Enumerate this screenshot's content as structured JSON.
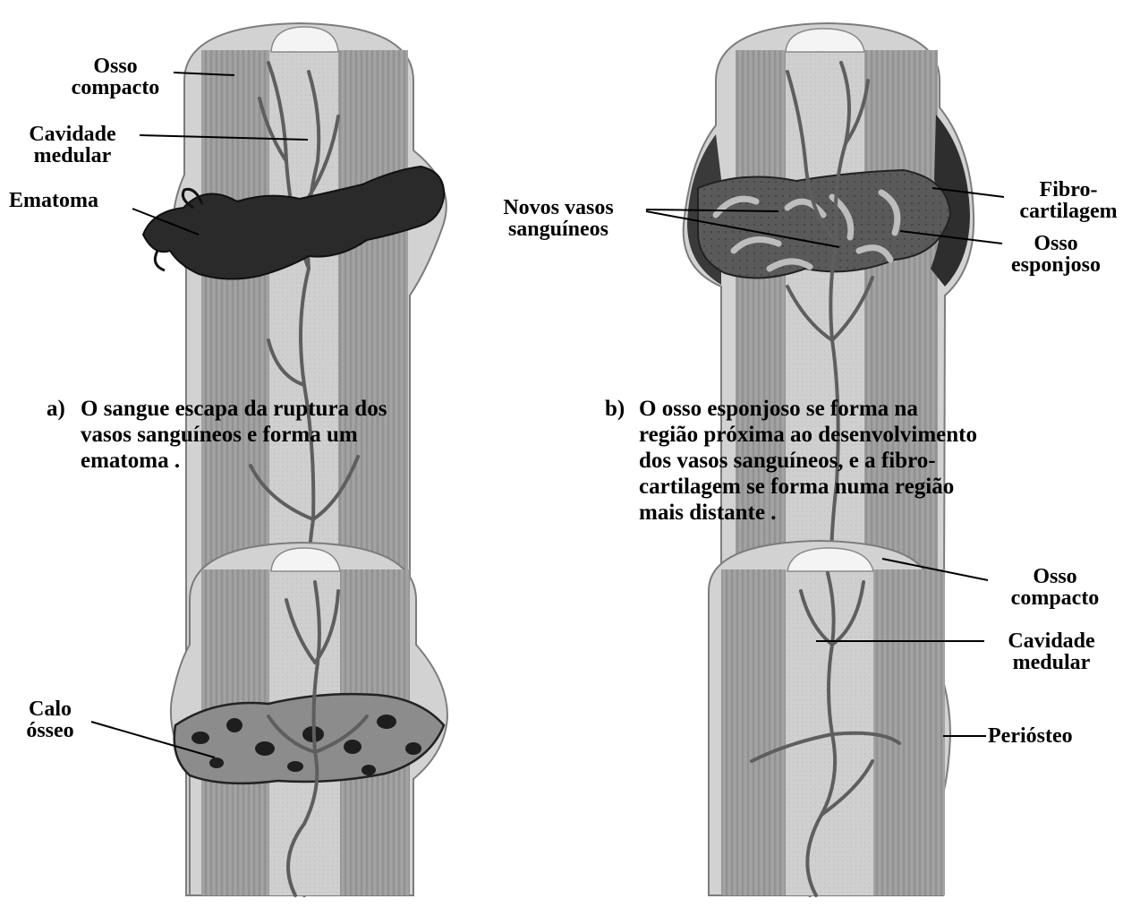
{
  "panel_a": {
    "label_osso_compacto": [
      "Osso",
      "compacto"
    ],
    "label_cavidade_medular": [
      "Cavidade",
      "medular"
    ],
    "label_ematoma": "Ematoma",
    "caption_letter": "a)",
    "caption_lines": [
      "O sangue escapa da ruptura dos",
      "vasos sanguíneos e forma  um",
      "ematoma ."
    ]
  },
  "panel_b": {
    "label_novos_vasos": [
      "Novos vasos",
      "sanguíneos"
    ],
    "label_fibrocartilagem": [
      "Fibro-",
      "cartilagem"
    ],
    "label_osso_esponjoso": [
      "Osso",
      "esponjoso"
    ],
    "caption_letter": "b)",
    "caption_lines": [
      "O osso esponjoso se forma na",
      "região próxima ao desenvolvimento",
      "dos vasos sanguíneos, e a fibro-",
      "cartilagem se forma numa região",
      "mais distante ."
    ]
  },
  "panel_c": {
    "label_calo_osseo": [
      "Calo",
      "ósseo"
    ]
  },
  "panel_d": {
    "label_osso_compacto": [
      "Osso",
      "compacto"
    ],
    "label_cavidade_medular": [
      "Cavidade",
      "medular"
    ],
    "label_periosteo": "Periósteo"
  }
}
